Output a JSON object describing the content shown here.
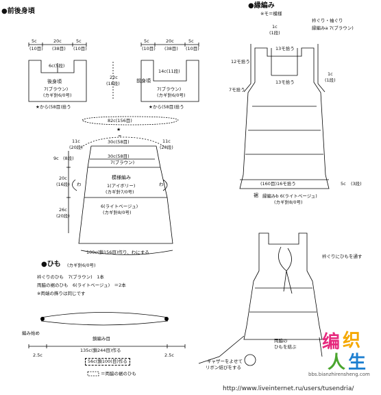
{
  "sections": {
    "front_back": "●前後身頃",
    "edging": "●縁編み",
    "edging_note": "※モ＝模様",
    "cord": "●ひも",
    "cord_hook": "(カギ針6/0号)"
  },
  "back": {
    "widths": [
      "5c",
      "20c",
      "5c"
    ],
    "rows": [
      "(10目)",
      "(38目)",
      "(10目)"
    ],
    "neck": "6c(5段)",
    "name": "後身頃",
    "yarn": "7(ブラウン)",
    "hook": "(カギ針6/0号)",
    "pickup": "★から(58目)拾う"
  },
  "front": {
    "widths": [
      "5c",
      "20c",
      "5c"
    ],
    "rows": [
      "(10目)",
      "(38目)",
      "(10目)"
    ],
    "neck": "14c(11段)",
    "name": "前身頃",
    "yarn": "7(ブラウン)",
    "hook": "(カギ針6/0号)",
    "pickup": "★から(58目)拾う"
  },
  "height_22": "22c",
  "height_22_rows": "(18段)",
  "bodice_circ": "82c(156目)",
  "star": "★",
  "eq": "=",
  "skirt": {
    "top": "30c(58目)",
    "top2": "30c(58目)",
    "yarn_brown": "7(ブラウン)",
    "side_left": "11c",
    "side_left_rows": "(20段)",
    "side_right": "11c",
    "side_right_rows": "(20段)",
    "h9": "9c",
    "h9_rows": "(8段)",
    "h20": "20c",
    "h20_rows": "(16段)",
    "h26": "26c",
    "h26_rows": "(20段)",
    "pattern": "模様編み",
    "ivory": "1(アイボリー)",
    "ivory_hook": "(カギ針7/0号)",
    "beige": "6(ライトベージュ)",
    "beige_hook": "(カギ針8/0号)",
    "wa_left": "わ",
    "wa_right": "わ",
    "hem": "100c(鎖156目)作り、わにする"
  },
  "edging": {
    "armhole": "衿ぐり・袖ぐり",
    "armhole_yarn": "縁編みa 7(ブラウン)",
    "c1a": "1c",
    "r1a": "(1段)",
    "m13a": "13モ拾う",
    "m13b": "13モ拾う",
    "m12": "12モ拾う",
    "m7": "7モ拾う",
    "c1b": "1c",
    "r1b": "(1段)",
    "hem_pick": "(160目)16モ拾う",
    "c5": "5c",
    "r3": "(3段)",
    "hem_label": "裾",
    "hem_yarn": "縁編みb 6(ライトベージュ)",
    "hem_hook": "(カギ針8/0号)",
    "thread": "衿ぐりにひもを通す",
    "side_ties": "両脇の",
    "side_ties2": "ひもを結ぶ",
    "gather": "ギャザーをよせて",
    "ribbon": "リボン結びをする"
  },
  "cord": {
    "line1": "衿ぐりのひも　7(ブラウン)　1本",
    "line2": "両脇の裾のひも　6(ライトベージュ)　＝2本",
    "line3": "※両端の飾りは同じです",
    "start": "編み始め",
    "chain": "鎖編み目",
    "total": "135c(鎖244目)作る",
    "end_left": "2.5c",
    "end_right": "2.5c",
    "alt": "56c(鎖100(目)作る",
    "legend": "＝両脇の裾のひも"
  },
  "logo": {
    "chars": [
      "编",
      "织",
      "人",
      "生"
    ],
    "url": "bbs.bianzhirensheng.com"
  },
  "watermark": "http://www.liveinternet.ru/users/tusendria/"
}
